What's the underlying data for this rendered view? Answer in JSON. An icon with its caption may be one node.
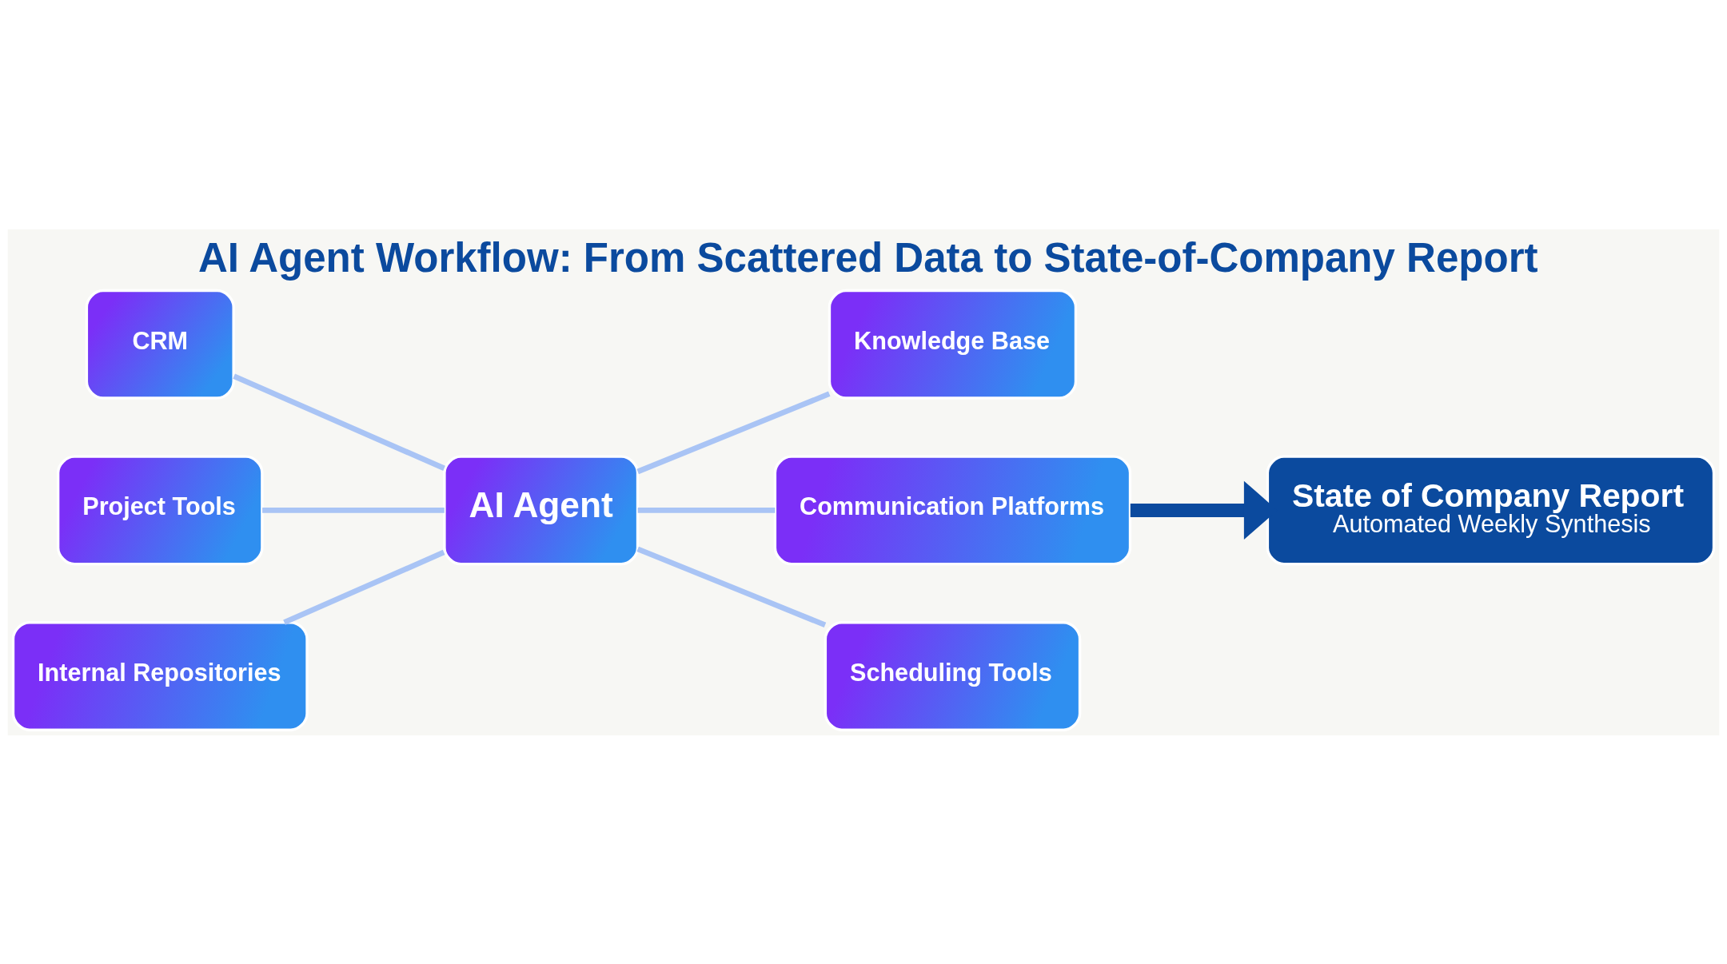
{
  "diagram": {
    "title": "AI Agent Workflow: From Scattered Data to State-of-Company Report",
    "nodes": [
      {
        "text": [
          "CRM"
        ]
      },
      {
        "text": [
          "Knowledge Base"
        ]
      },
      {
        "text": [
          "Project Tools"
        ]
      },
      {
        "text": [
          "AI Agent"
        ]
      },
      {
        "text": [
          "Communication Platforms"
        ]
      },
      {
        "text": [
          "State of Company Report",
          "Automated Weekly Synthesis"
        ]
      },
      {
        "text": [
          "Internal Repositories"
        ]
      },
      {
        "text": [
          "Scheduling Tools"
        ]
      }
    ],
    "edges": [
      {
        "from": 0,
        "to": 3,
        "arrow": "none"
      },
      {
        "from": 2,
        "to": 3,
        "arrow": "none"
      },
      {
        "from": 6,
        "to": 3,
        "arrow": "none"
      },
      {
        "from": 3,
        "to": 1,
        "arrow": "none"
      },
      {
        "from": 3,
        "to": 4,
        "arrow": "none"
      },
      {
        "from": 3,
        "to": 7,
        "arrow": "none"
      },
      {
        "from": 4,
        "to": 5,
        "arrow": "to",
        "style": "thick",
        "color": "#0b4a9e"
      }
    ]
  }
}
